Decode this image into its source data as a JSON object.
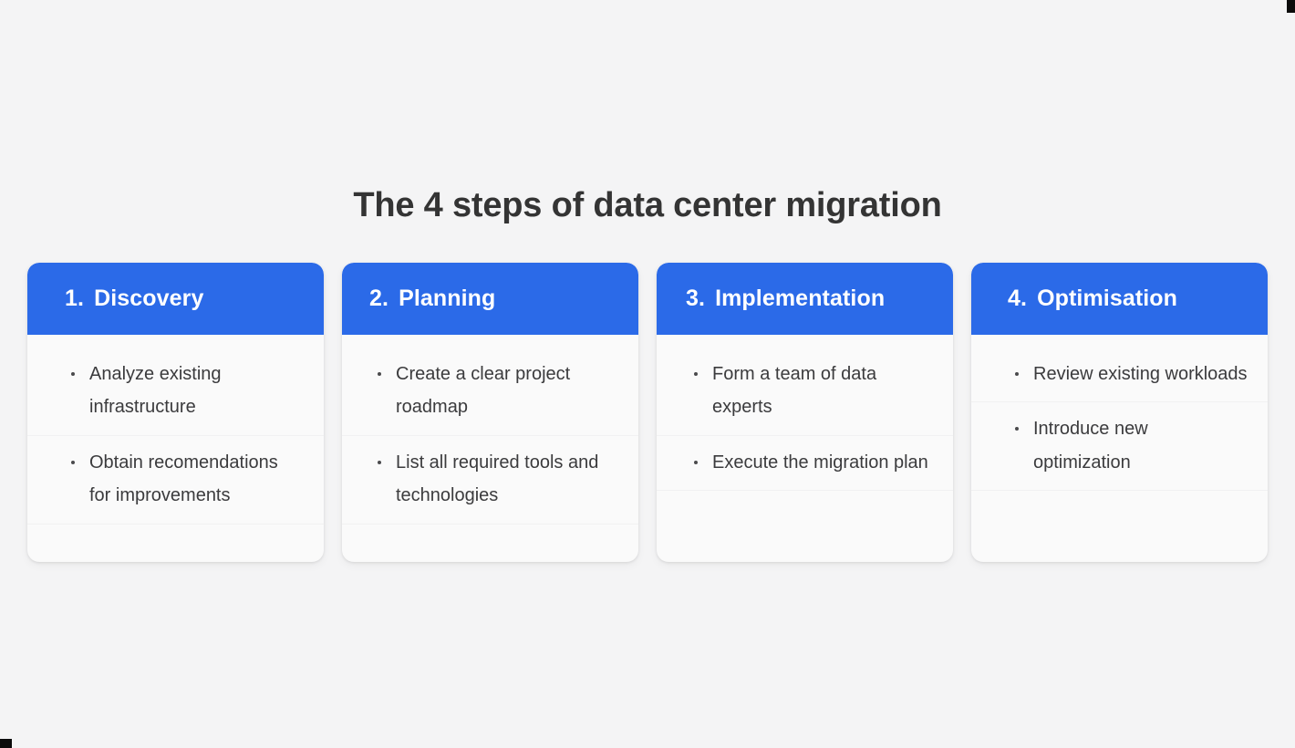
{
  "page": {
    "background_color": "#f4f4f5",
    "title": "The 4 steps of data center migration",
    "title_color": "#343434"
  },
  "theme": {
    "header_blue": "#2b6ae8",
    "card_background": "#fafafa",
    "body_text_color": "#3b3b3d",
    "divider_color": "#f1f1f2"
  },
  "cards": [
    {
      "number": "1.",
      "label": "Discovery",
      "items": [
        "Analyze existing infrastructure",
        "Obtain recomendations for improvements"
      ]
    },
    {
      "number": "2.",
      "label": "Planning",
      "items": [
        "Create a clear project roadmap",
        "List all required tools and technologies"
      ]
    },
    {
      "number": "3.",
      "label": "Implementation",
      "items": [
        "Form a team of data experts",
        "Execute the migration plan"
      ]
    },
    {
      "number": "4.",
      "label": "Optimisation",
      "items": [
        "Review existing workloads",
        "Introduce new optimization"
      ]
    }
  ]
}
